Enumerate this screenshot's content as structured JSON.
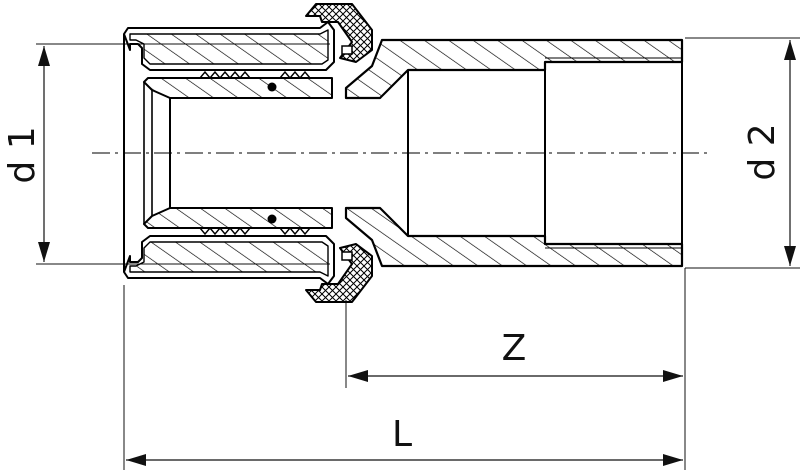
{
  "labels": {
    "d1": "d 1",
    "d2": "d 2",
    "z": "Z",
    "l": "L"
  },
  "colors": {
    "stroke": "#000000",
    "hatch": "#000000",
    "dimension": "#111111",
    "centerline": "#333333",
    "background": "#ffffff"
  }
}
